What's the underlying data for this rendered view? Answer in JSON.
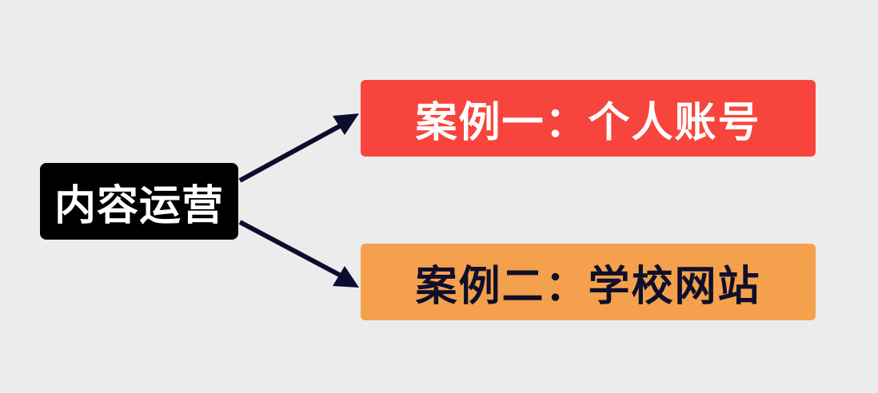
{
  "nodes": {
    "root": {
      "label": "内容运营",
      "bg": "#000000",
      "color": "#ffffff"
    },
    "case1": {
      "label": "案例一：个人账号",
      "bg": "#f7453d",
      "color": "#ffffff"
    },
    "case2": {
      "label": "案例二：学校网站",
      "bg": "#f5a04d",
      "color": "#0f0f2a"
    }
  },
  "edges": [
    {
      "from": "root",
      "to": "case1"
    },
    {
      "from": "root",
      "to": "case2"
    }
  ],
  "colors": {
    "arrow": "#0c0c2e",
    "background": "#ececec"
  }
}
